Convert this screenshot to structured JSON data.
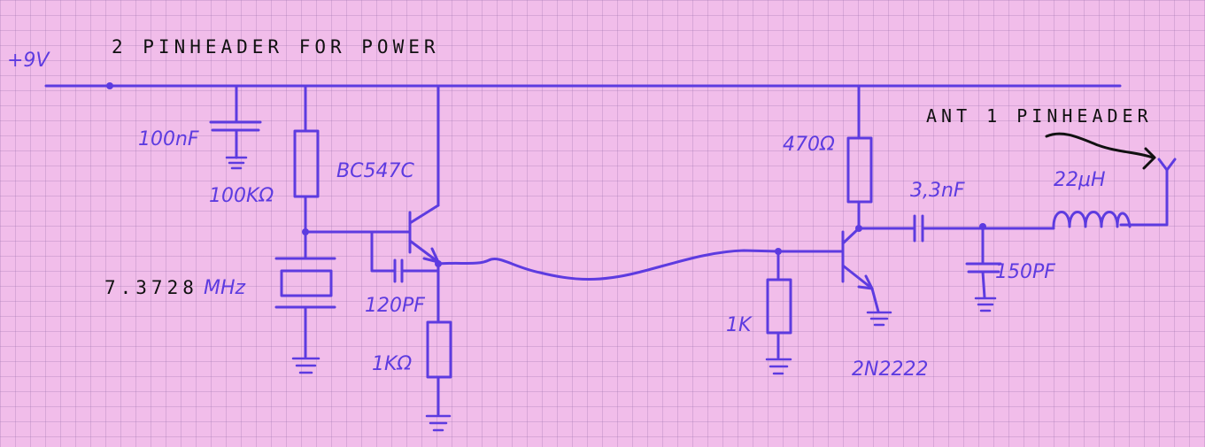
{
  "annotations": {
    "supply": "+9V",
    "power_note": "2 PINHEADER FOR POWER",
    "antenna_note": "ANT 1 PINHEADER",
    "crystal_freq": "7.3728",
    "crystal_unit": "MHz"
  },
  "components": {
    "c_decouple": "100nF",
    "r_bias": "100KΩ",
    "q_osc": "BC547C",
    "c_feedback": "120PF",
    "r_emitter": "1KΩ",
    "r_collector": "470Ω",
    "c_coupling": "3,3nF",
    "l_ant": "22μH",
    "c_shunt": "150PF",
    "r_base": "1K",
    "q_amp": "2N2222"
  },
  "colors": {
    "paper": "#f1bdea",
    "ink": "#5d3be0",
    "typed": "#111111"
  }
}
